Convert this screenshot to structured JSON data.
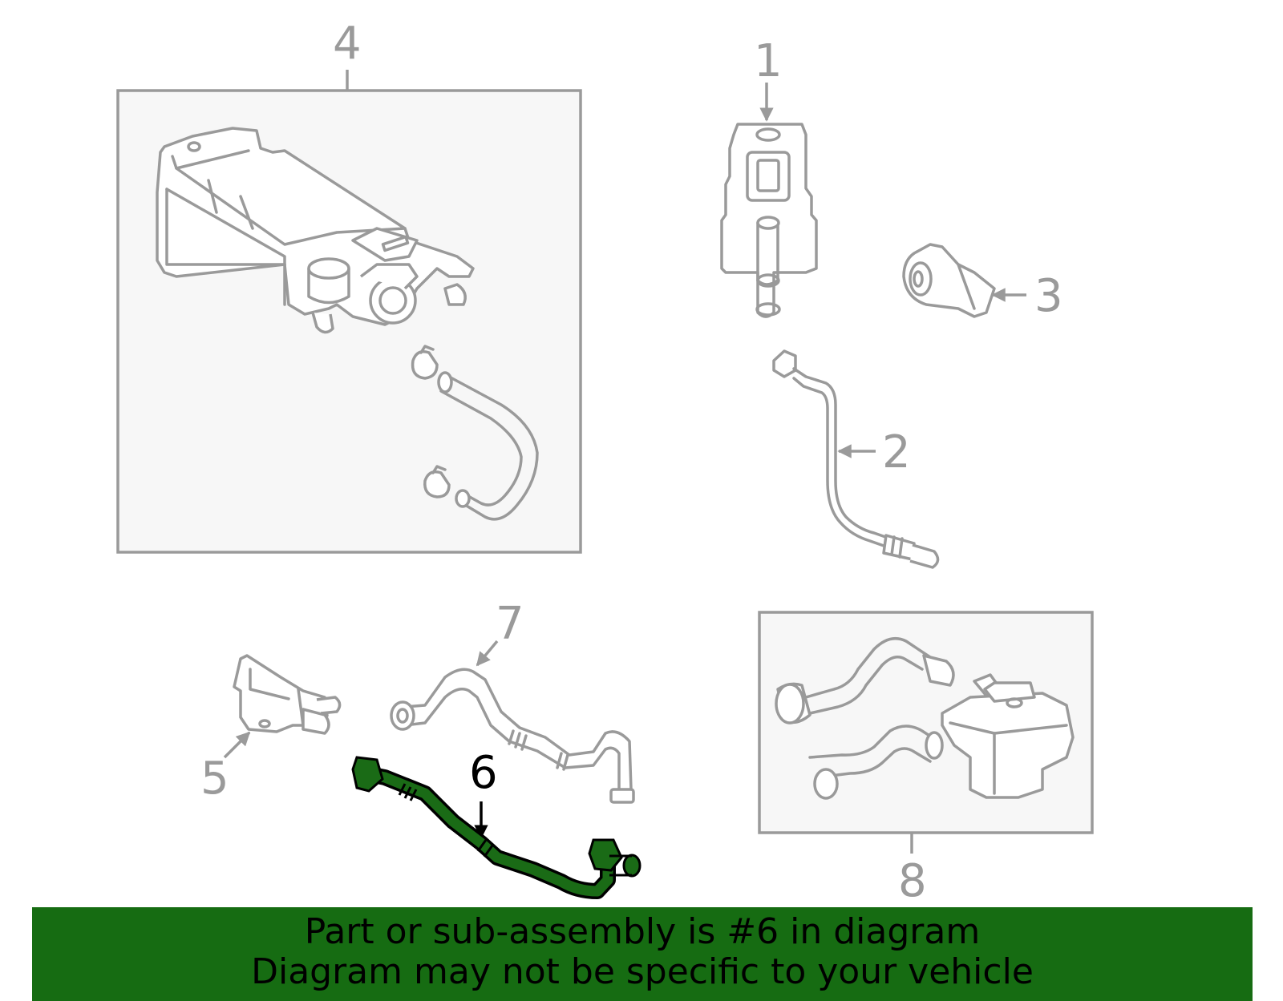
{
  "callouts": {
    "c1": "1",
    "c2": "2",
    "c3": "3",
    "c4": "4",
    "c5": "5",
    "c6": "6",
    "c7": "7",
    "c8": "8"
  },
  "highlighted_part": "6",
  "highlight_color": "#166c12",
  "line_color": "#9a9a9a",
  "banner": {
    "line1": "Part or sub-assembly is #6 in diagram",
    "line2": "Diagram may not be specific to your vehicle"
  }
}
